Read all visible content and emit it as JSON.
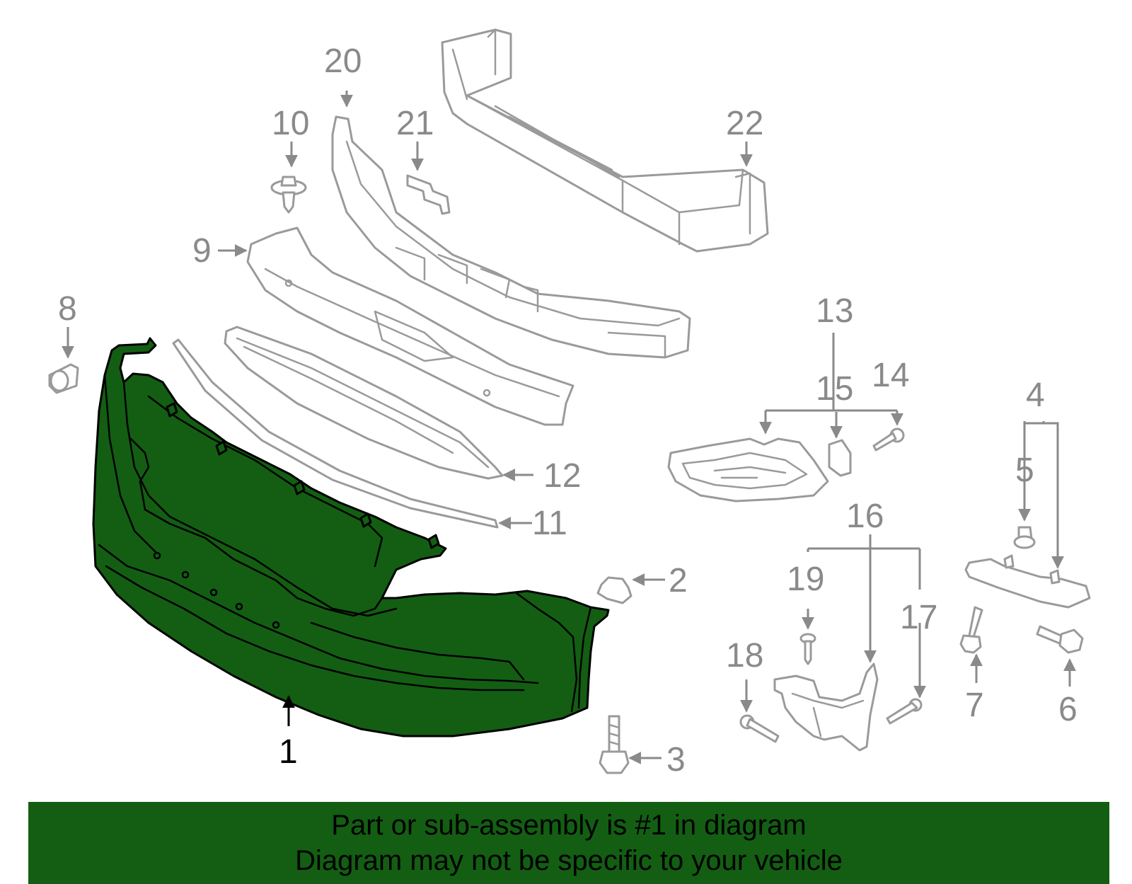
{
  "diagram": {
    "highlight_color": "#135e13",
    "line_color": "#9a9a9a",
    "callouts": [
      "1",
      "2",
      "3",
      "4",
      "5",
      "6",
      "7",
      "8",
      "9",
      "10",
      "11",
      "12",
      "13",
      "14",
      "15",
      "16",
      "17",
      "18",
      "19",
      "20",
      "21",
      "22"
    ],
    "highlighted_callout": "1"
  },
  "banner": {
    "line1": "Part or sub-assembly is #1 in diagram",
    "line2": "Diagram may not be specific to your vehicle"
  }
}
